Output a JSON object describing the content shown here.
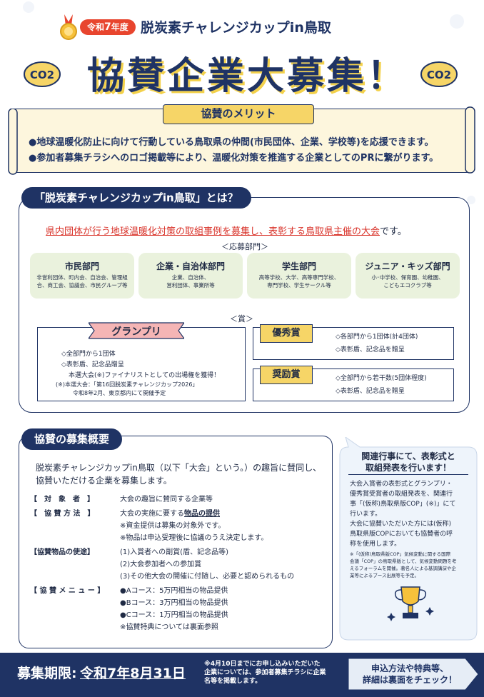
{
  "header": {
    "year_badge_prefix": "令和",
    "year_badge_num": "7",
    "year_badge_suffix": "年度",
    "event_name": "脱炭素チャレンジカップin鳥取",
    "main_title": "協賛企業大募集！",
    "co2_badge": "CO2"
  },
  "merit": {
    "heading": "協賛のメリット",
    "lines": [
      "●地球温暖化防止に向けて行動している鳥取県の仲間(市民団体、企業、学校等)を応援できます。",
      "●参加者募集チラシへのロゴ掲載等により、温暖化対策を推進する企業としてのPRに繋がります。"
    ]
  },
  "about": {
    "heading": "「脱炭素チャレンジカップin鳥取」とは？",
    "lead_red": "県内団体が行う地球温暖化対策の取組事例を募集し、表彰する鳥取県主催の大会",
    "lead_tail": "です。",
    "categories_label": "＜応募部門＞",
    "departments": [
      {
        "name": "市民部門",
        "desc1": "非営利団体、町内会、自治会、管理組",
        "desc2": "合、商工会、協議会、市民グループ等"
      },
      {
        "name": "企業・自治体部門",
        "desc1": "企業、自治体、",
        "desc2": "営利団体、事業所等"
      },
      {
        "name": "学生部門",
        "desc1": "高等学校、大学、高等専門学校、",
        "desc2": "専門学校、学生サークル等"
      },
      {
        "name": "ジュニア・キッズ部門",
        "desc1": "小･中学校、保育園、幼稚園、",
        "desc2": "こどもエコクラブ等"
      }
    ],
    "awards_label": "＜賞＞",
    "grandprix": {
      "label": "グランプリ",
      "l1": "◇全部門から1団体",
      "l2": "◇表彰盾、記念品贈呈",
      "l3": "本選大会(※)ファイナリストとしての出場権を獲得！",
      "l4": "(※)本選大会：「第16回脱炭素チャレンジカップ2026」",
      "l5": "令和8年2月、東京都内にて開催予定"
    },
    "excellence": {
      "label": "優秀賞",
      "l1": "◇各部門から1団体(計4団体)",
      "l2": "◇表彰盾、記念品を贈呈"
    },
    "encouragement": {
      "label": "奨励賞",
      "l1": "◇全部門から若干数(5団体程度)",
      "l2": "◇表彰盾、記念品を贈呈"
    }
  },
  "overview": {
    "heading": "協賛の募集概要",
    "lead1": "脱炭素チャレンジカップin鳥取（以下「大会」という。）の趣旨に賛同し、",
    "lead2": "協賛いただける企業を募集します。",
    "k1": "【　対　象　者　】",
    "v1": "大会の趣旨に賛同する企業等",
    "k2": "【　協 賛 方 法　】",
    "v2a": "大会の実施に要する",
    "v2b": "物品の提供",
    "v2c": "※資金提供は募集の対象外です。",
    "v2d": "※物品は申込受理後に協議のうえ決定します。",
    "k3": "【協賛物品の使途】",
    "v3a": "(1)入賞者への副賞(盾、記念品等)",
    "v3b": "(2)大会参加者への参加賞",
    "v3c": "(3)その他大会の開催に付随し、必要と認められるもの",
    "k4": "【 協 賛 メ ニ ュ ー 】",
    "v4a": "●Aコース：5万円相当の物品提供",
    "v4b": "●Bコース：3万円相当の物品提供",
    "v4c": "●Cコース：1万円相当の物品提供",
    "v4d": "※協賛特典については裏面参照"
  },
  "bubble": {
    "h1": "関連行事にて、表彰式と",
    "h2": "取組発表を行います！",
    "t1": "大会入賞者の表彰式とグランプリ・",
    "t2": "優秀賞受賞者の取組発表を、関連行",
    "t3": "事「(仮称)鳥取県版COP」(※)」にて",
    "t4": "行います。",
    "t5": "大会に協賛いただいた方には(仮称)",
    "t6": "鳥取県版COPにおいても協賛者の呼",
    "t7": "称を使用します。",
    "s1": "※「(仮称)鳥取県版COP」気候変動に関する国際",
    "s2": "会議「COP」の鳥取県版として、気候変動問題を考",
    "s3": "えるフォーラムを開催。著名人による基調講演や企",
    "s4": "業等によるブース出展等を予定。"
  },
  "footer": {
    "deadline_label": "募集期限:",
    "deadline": "令和7年8月31日",
    "note1": "※4月10日までにお申し込みいただいた",
    "note2": "企業については、参加者募集チラシに企業",
    "note3": "名等を掲載します。",
    "arrow1": "申込方法や特典等、",
    "arrow2": "詳細は裏面をチェック！"
  },
  "colors": {
    "navy": "#1f3364",
    "red": "#d9332a",
    "yellow": "#f6d567",
    "green": "#eaf2dd",
    "cream": "#fdf6dd"
  }
}
